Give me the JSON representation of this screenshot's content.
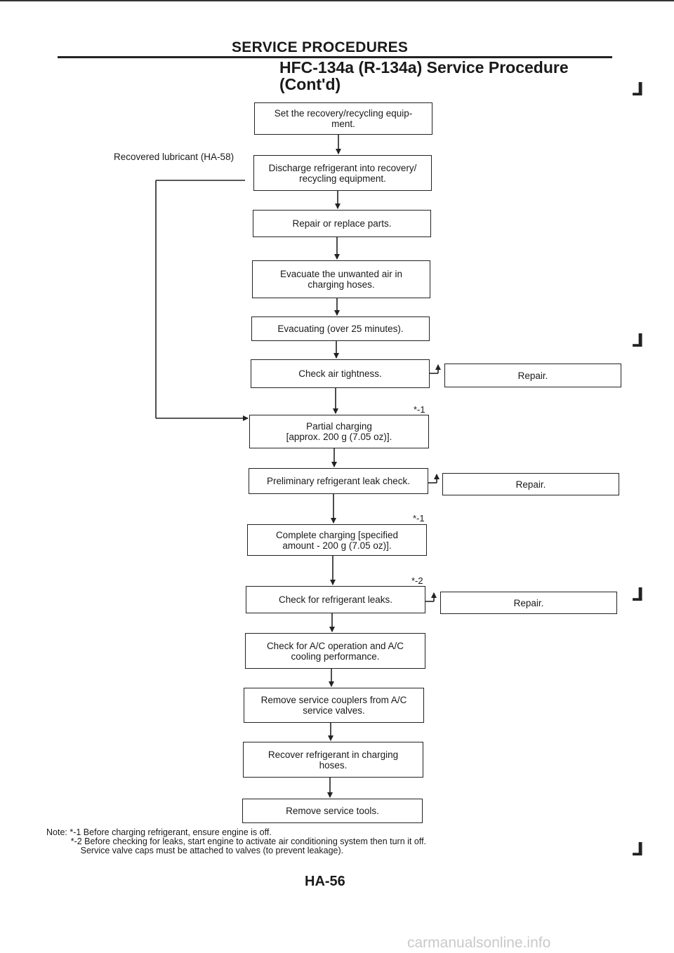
{
  "header": {
    "section": "SERVICE PROCEDURES",
    "title_line1": "HFC-134a (R-134a) Service Procedure",
    "title_line2": "(Cont'd)"
  },
  "flow": {
    "side_label": "Recovered lubricant (HA-58)",
    "steps": [
      "Set the recovery/recycling equip-\nment.",
      "Discharge refrigerant into recovery/\nrecycling equipment.",
      "Repair or replace parts.",
      "Evacuate the unwanted air in\ncharging hoses.",
      "Evacuating (over 25 minutes).",
      "Check air tightness.",
      "Partial charging\n[approx. 200 g (7.05 oz)].",
      "Preliminary refrigerant leak check.",
      "Complete charging [specified\namount - 200 g (7.05 oz)].",
      "Check for refrigerant leaks.",
      "Check for A/C operation and A/C\ncooling performance.",
      "Remove service couplers from A/C\nservice valves.",
      "Recover refrigerant in charging\nhoses.",
      "Remove service tools."
    ],
    "repair_boxes": [
      "Repair.",
      "Repair.",
      "Repair."
    ],
    "footnote_marks": [
      "*-1",
      "*-1",
      "*-2"
    ]
  },
  "note": {
    "text": "Note: *-1 Before charging refrigerant, ensure engine is off.\n          *-2 Before checking for leaks, start engine to activate air conditioning system then turn it off.\n              Service valve caps must be attached to valves (to prevent leakage)."
  },
  "footer": {
    "page_number": "HA-56",
    "watermark": "carmanualsonline.info"
  }
}
